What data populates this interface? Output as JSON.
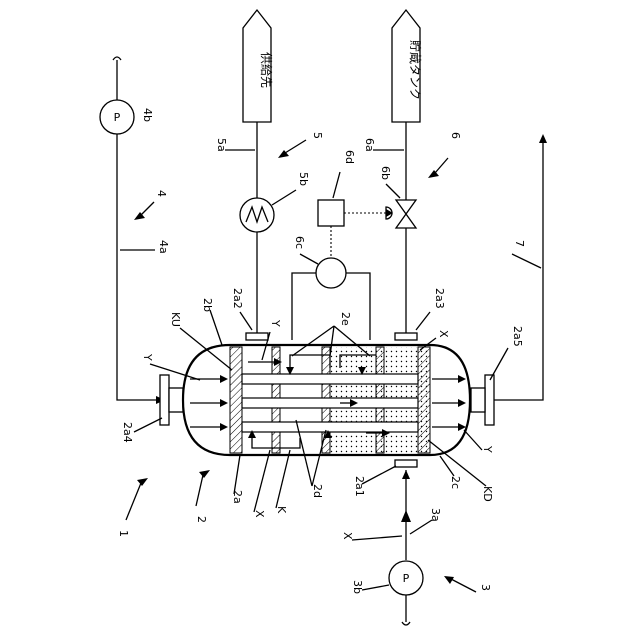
{
  "diagram": {
    "nodes": {
      "supply_destination": "供給先",
      "storage_tank": "貯蔵タンク",
      "pump_symbol": "P"
    },
    "refs": {
      "r_4b": "4b",
      "r_4": "4",
      "r_4a": "4a",
      "r_5": "5",
      "r_5a": "5a",
      "r_5b": "5b",
      "r_6": "6",
      "r_6a": "6a",
      "r_6b": "6b",
      "r_6c": "6c",
      "r_6d": "6d",
      "r_7": "7",
      "r_2a2": "2a2",
      "r_2a3": "2a3",
      "r_2a5": "2a5",
      "r_2a4": "2a4",
      "r_2a1": "2a1",
      "r_2a": "2a",
      "r_2b": "2b",
      "r_2c": "2c",
      "r_2d": "2d",
      "r_2e": "2e",
      "r_ku": "KU",
      "r_kd": "KD",
      "r_k": "K",
      "r_y_left": "Y",
      "r_y_top": "Y",
      "r_y_right": "Y",
      "r_x_top": "X",
      "r_x_bottom": "X",
      "r_x_inlet": "X",
      "r_1": "1",
      "r_2": "2",
      "r_3": "3",
      "r_3a": "3a",
      "r_3b": "3b"
    }
  }
}
